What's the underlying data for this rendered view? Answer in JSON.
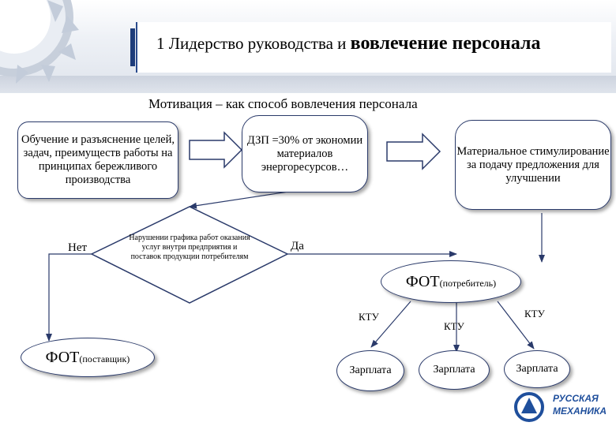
{
  "header": {
    "title_regular": "1 Лидерство руководства и ",
    "title_bold": "вовлечение персонала"
  },
  "subtitle": "Мотивация – как способ вовлечения персонала",
  "nodes": {
    "training": "Обучение и разъяснение целей, задач, преимуществ работы на принципах бережливого производства",
    "dzp": "ДЗП =30% от экономии материалов энергоресурсов…",
    "material": "Материальное стимулирование за подачу предложения для улучшении",
    "decision": "Нарушении графика работ оказания услуг внутри предприятия и поставок продукции потребителям",
    "fot_consumer_main": "ФОТ",
    "fot_consumer_sub": "(потребитель)",
    "fot_supplier_main": "ФОТ",
    "fot_supplier_sub": "(поставщик)",
    "salary_1": "Зарплата",
    "salary_2": "Зарплата",
    "salary_3": "Зарплата"
  },
  "labels": {
    "no": "Нет",
    "yes": "Да",
    "ktu_1": "КТУ",
    "ktu_2": "КТУ",
    "ktu_3": "КТУ"
  },
  "logo": {
    "line1": "РУССКАЯ",
    "line2": "МЕХАНИКА"
  },
  "colors": {
    "border": "#2a3a6a",
    "accent": "#1d3c7a",
    "logo": "#1f4f9c"
  }
}
